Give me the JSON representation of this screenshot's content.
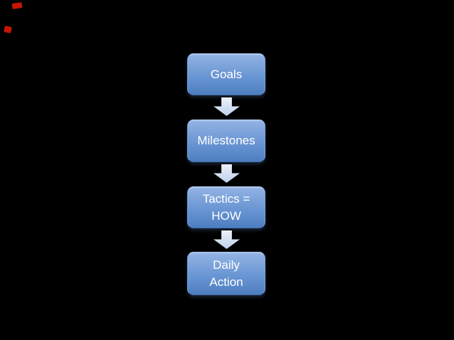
{
  "slide": {
    "background_color": "#000000",
    "diagram": {
      "type": "vertical-flow",
      "connector": "down-block-arrow",
      "boxes": [
        {
          "id": "goals",
          "lines": [
            "Goals"
          ]
        },
        {
          "id": "milestones",
          "lines": [
            "Milestones"
          ]
        },
        {
          "id": "tactics",
          "lines": [
            "Tactics =",
            "HOW"
          ]
        },
        {
          "id": "daily-action",
          "lines": [
            "Daily",
            "Action"
          ]
        }
      ],
      "colors": {
        "box_gradient_top": "#93b4e5",
        "box_gradient_bottom": "#4e7ec0",
        "box_border": "#a6c0e8",
        "box_text": "#ffffff",
        "arrow_gradient_top": "#eef3fa",
        "arrow_gradient_bottom": "#bfd1ec",
        "red_mark": "#c41505"
      }
    }
  }
}
